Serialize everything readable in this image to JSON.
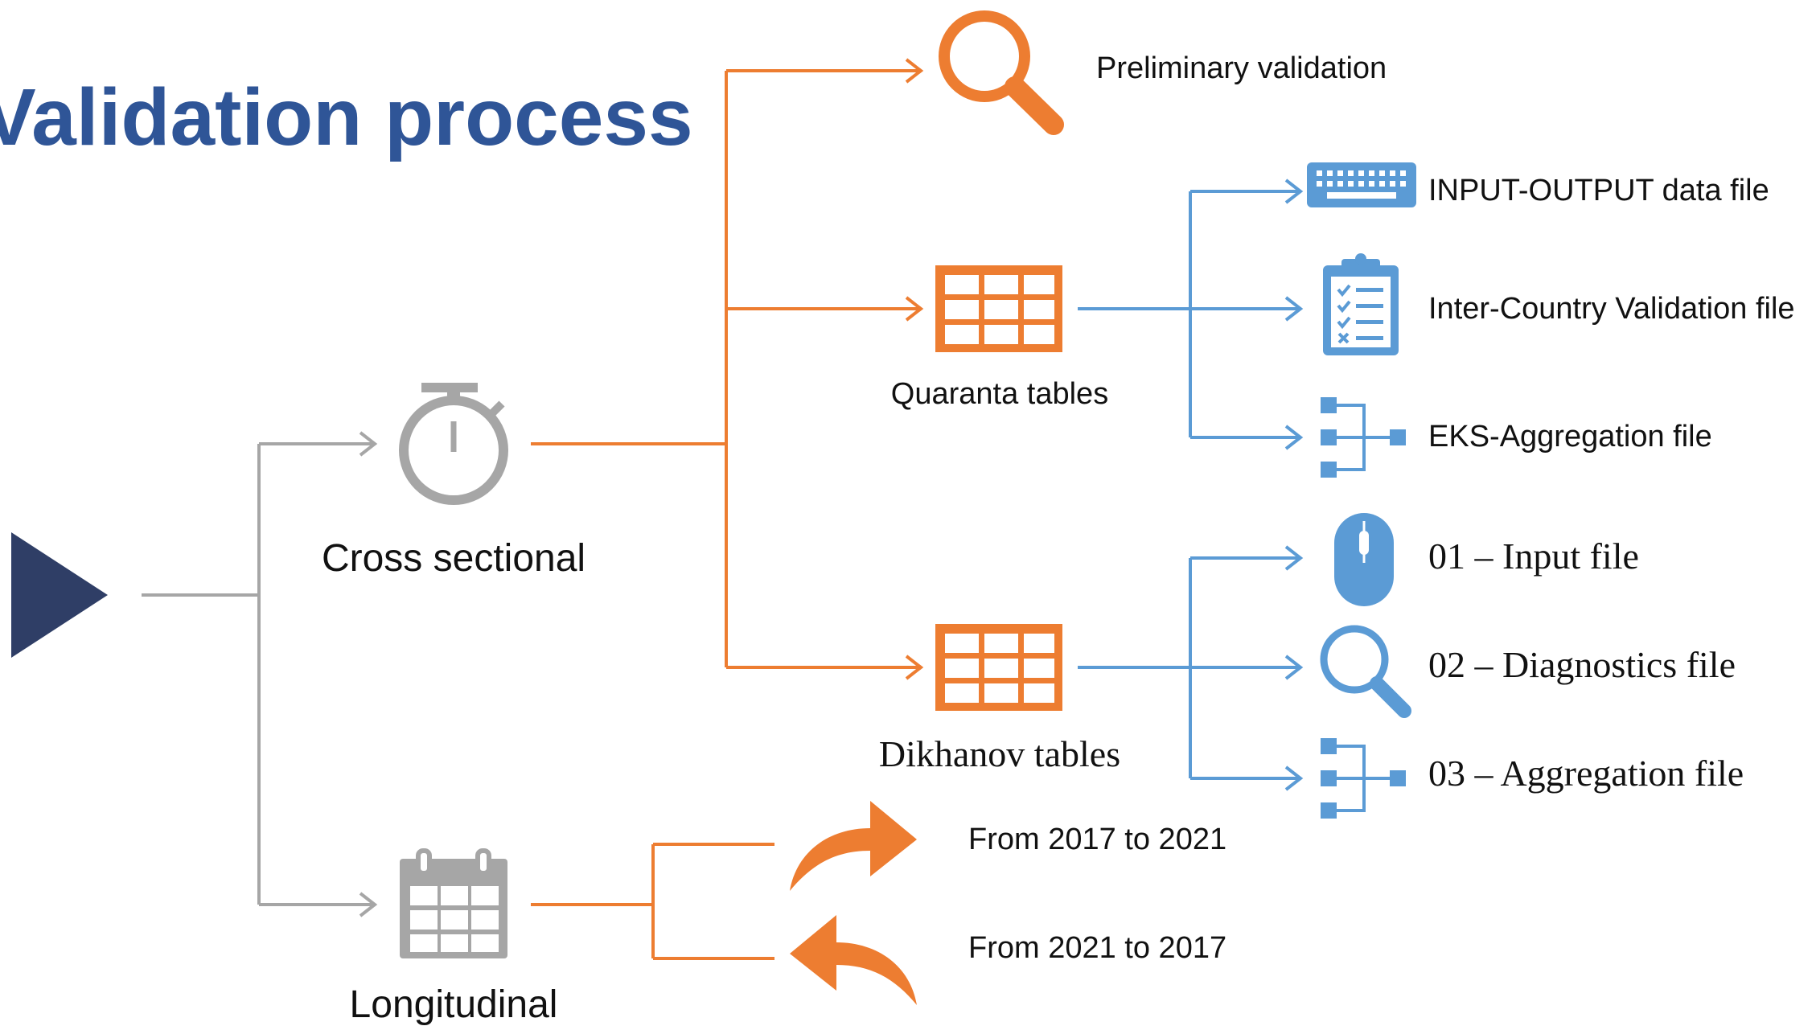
{
  "title": "Validation process",
  "colors": {
    "title": "#2F5597",
    "orange": "#ED7D31",
    "blue": "#5B9BD5",
    "gray": "#A6A6A6",
    "navy": "#2F3E66"
  },
  "branches": {
    "cross_sectional": "Cross sectional",
    "longitudinal": "Longitudinal"
  },
  "cross_sectional_steps": {
    "preliminary": "Preliminary validation",
    "quaranta": "Quaranta tables",
    "dikhanov": "Dikhanov tables"
  },
  "quaranta_outputs": [
    {
      "label": "INPUT-OUTPUT data file",
      "icon": "keyboard-icon"
    },
    {
      "label": "Inter-Country Validation file",
      "icon": "clipboard-checklist-icon"
    },
    {
      "label": "EKS-Aggregation file",
      "icon": "hierarchy-icon"
    }
  ],
  "dikhanov_outputs": [
    {
      "label": "01 – Input file",
      "icon": "mouse-icon"
    },
    {
      "label": "02 – Diagnostics file",
      "icon": "search-icon"
    },
    {
      "label": "03 – Aggregation file",
      "icon": "hierarchy-icon"
    }
  ],
  "longitudinal_directions": {
    "forward": "From 2017 to 2021",
    "backward": "From 2021 to 2017"
  }
}
